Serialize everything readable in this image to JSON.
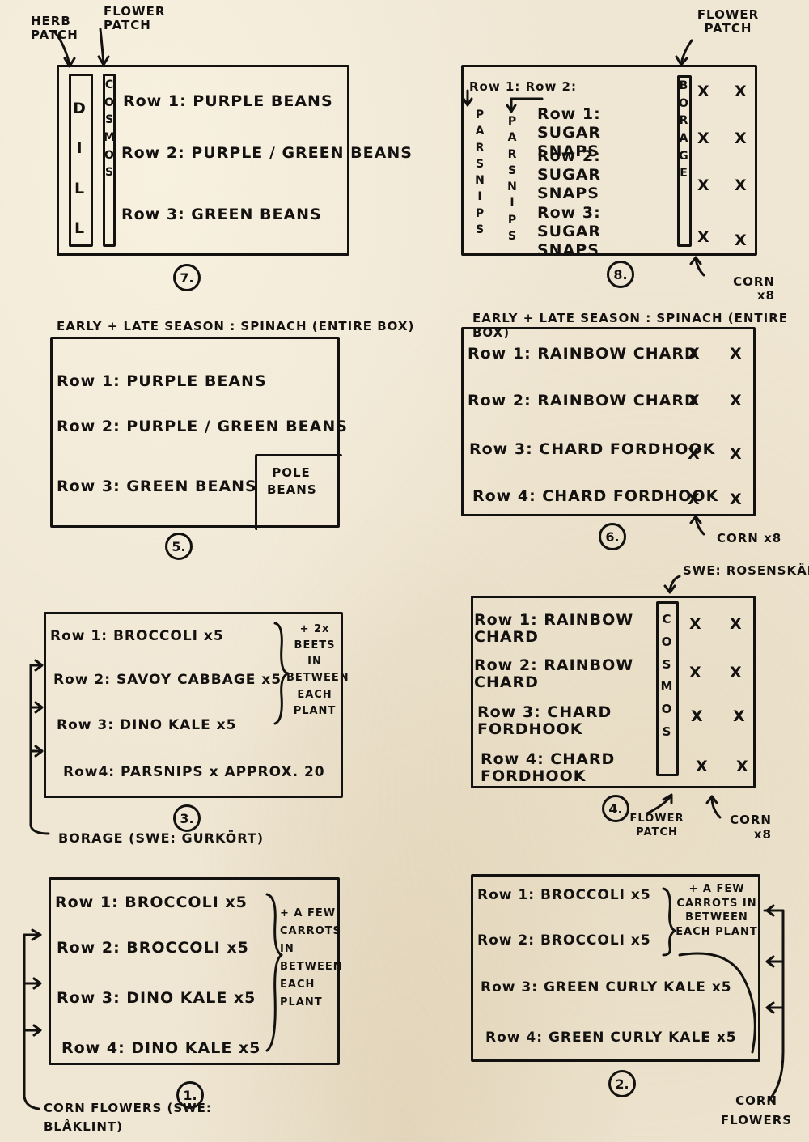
{
  "top_labels": {
    "herb_patch": "HERB PATCH",
    "flower_patch_7": "FLOWER PATCH",
    "flower_patch_8": "FLOWER PATCH"
  },
  "bed7": {
    "dill": "DILL",
    "cosmos": "COSMOS",
    "rows": [
      "Row 1: PURPLE BEANS",
      "Row 2: PURPLE / GREEN BEANS",
      "Row 3: GREEN BEANS"
    ],
    "number": "7."
  },
  "bed8": {
    "header": "Row 1:  Row 2:",
    "parsnips": "PARSNIPS",
    "rows": [
      "Row 1: SUGAR SNAPS",
      "Row 2: SUGAR SNAPS",
      "Row 3: SUGAR SNAPS"
    ],
    "borage": "BORAGE",
    "corn_label": "CORN x8",
    "number": "8."
  },
  "bed5": {
    "season": "EARLY + LATE SEASON : SPINACH (ENTIRE BOX)",
    "rows": [
      "Row 1: PURPLE BEANS",
      "Row 2: PURPLE / GREEN BEANS",
      "Row 3: GREEN BEANS"
    ],
    "pole_beans": "POLE BEANS",
    "number": "5."
  },
  "bed6": {
    "season": "EARLY + LATE SEASON : SPINACH (ENTIRE BOX)",
    "rows": [
      "Row 1: RAINBOW CHARD",
      "Row 2: RAINBOW CHARD",
      "Row 3: CHARD FORDHOOK",
      "Row 4: CHARD FORDHOOK"
    ],
    "corn_label": "CORN x8",
    "number": "6."
  },
  "bed3": {
    "rows": [
      "Row 1: BROCCOLI x5",
      "Row 2: SAVOY CABBAGE x5",
      "Row 3: DINO KALE x5",
      "Row4: PARSNIPS x APPROX. 20"
    ],
    "beets_note": "+ 2x BEETS IN BETWEEN EACH PLANT",
    "borage_label": "BORAGE (SWE: GURKÖRT)",
    "number": "3."
  },
  "bed4": {
    "swe_label": "SWE: ROSENSKÄRA",
    "rows": [
      "Row 1: RAINBOW CHARD",
      "Row 2: RAINBOW CHARD",
      "Row 3: CHARD FORDHOOK",
      "Row 4: CHARD FORDHOOK"
    ],
    "cosmos": "COSMOS",
    "flower_patch": "FLOWER PATCH",
    "corn_label": "CORN x8",
    "number": "4."
  },
  "bed1": {
    "rows": [
      "Row 1: BROCCOLI x5",
      "Row 2: BROCCOLI x5",
      "Row 3: DINO KALE x5",
      "Row 4: DINO KALE x5"
    ],
    "carrots_note": "+ A FEW CARROTS IN BETWEEN EACH PLANT",
    "corn_label": "CORN FLOWERS (SWE: BLÅKLINT)",
    "number": "1."
  },
  "bed2": {
    "rows": [
      "Row 1: BROCCOLI x5",
      "Row 2: BROCCOLI x5",
      "Row 3: GREEN CURLY KALE x5",
      "Row 4: GREEN CURLY KALE x5"
    ],
    "carrots_note": "+ A FEW CARROTS IN BETWEEN EACH PLANT",
    "corn_label": "CORN FLOWERS",
    "number": "2."
  },
  "marks": {
    "x": "X"
  }
}
